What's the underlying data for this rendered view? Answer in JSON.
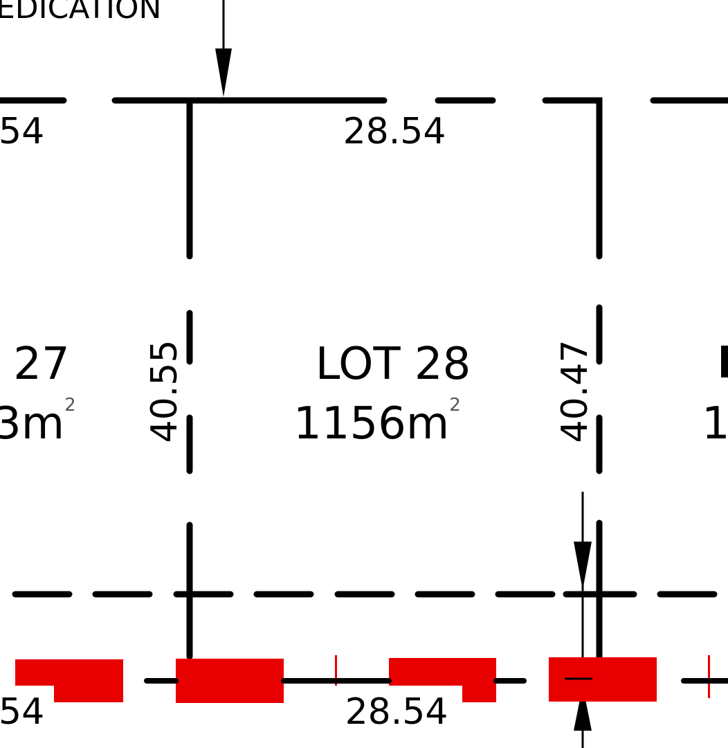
{
  "drawing": {
    "colors": {
      "line": "#000000",
      "marker": "#e80000",
      "background": "#ffffff"
    },
    "top_note": "EDICATION",
    "lots": [
      {
        "lot_label": "27",
        "area_value": "3m",
        "area_unit_sup": "2"
      },
      {
        "lot_label": "LOT 28",
        "area_value": "1156m",
        "area_unit_sup": "2"
      },
      {
        "lot_label": "1"
      }
    ],
    "dimensions": {
      "top_left": "54",
      "top_middle": "28.54",
      "left_side": "40.55",
      "right_side": "40.47",
      "bottom_left": "54",
      "bottom_middle": "28.54"
    }
  }
}
